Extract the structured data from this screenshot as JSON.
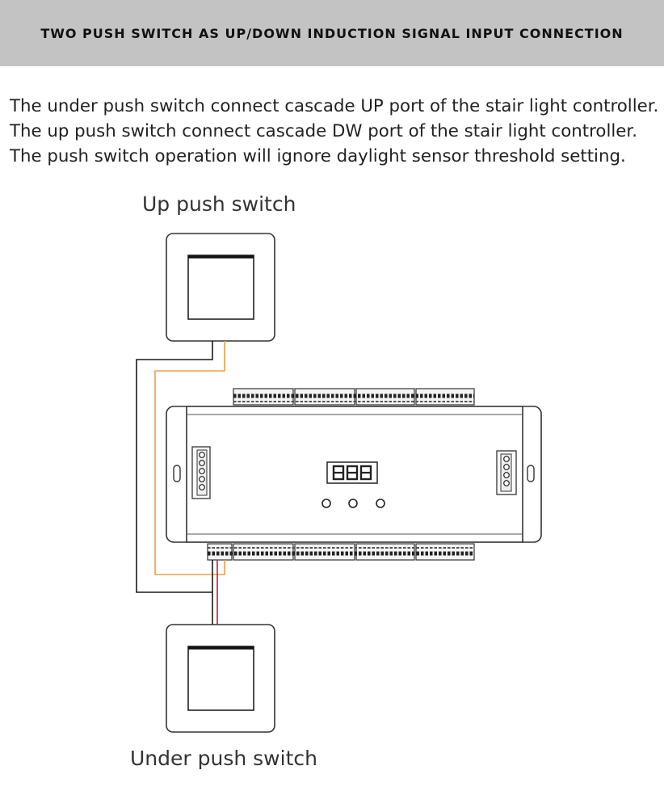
{
  "header": {
    "title": "TWO PUSH SWITCH AS UP/DOWN INDUCTION SIGNAL INPUT CONNECTION"
  },
  "description": {
    "lines": [
      "The under push switch connect cascade UP port of the stair light controller.",
      "The up push switch connect cascade DW port of the stair light controller.",
      "The push switch operation will ignore daylight sensor threshold setting."
    ]
  },
  "diagram": {
    "up_switch_label": "Up push switch",
    "under_switch_label": "Under push switch",
    "wire_colors": {
      "black": "#1a1a1a",
      "orange": "#f0a040",
      "red": "#d21e1e"
    }
  }
}
